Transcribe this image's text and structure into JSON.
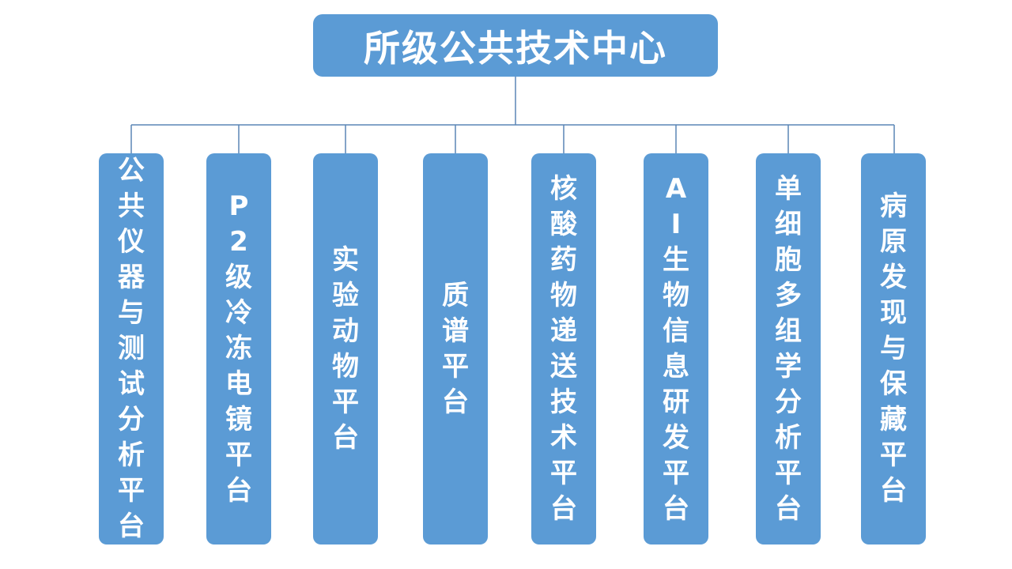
{
  "diagram": {
    "root": {
      "label": "所级公共技术中心"
    },
    "children": [
      {
        "label": "公共仪器与测试分析平台"
      },
      {
        "label": "P2级冷冻电镜平台"
      },
      {
        "label": "实验动物平台"
      },
      {
        "label": "质谱平台"
      },
      {
        "label": "核酸药物递送技术平台"
      },
      {
        "label": "AI生物信息研发平台"
      },
      {
        "label": "单细胞多组学分析平台"
      },
      {
        "label": "病原发现与保藏平台"
      }
    ],
    "colors": {
      "box_fill": "#5b9bd5",
      "box_text": "#ffffff",
      "connector": "#5b86b5"
    }
  }
}
